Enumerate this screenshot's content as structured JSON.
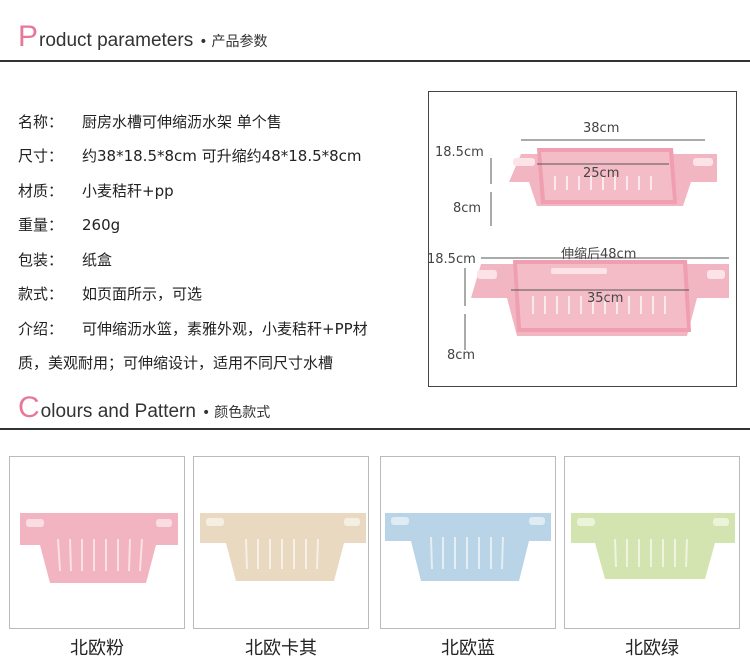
{
  "header1": {
    "initial": "P",
    "rest": "roduct parameters",
    "dot": "•",
    "cn": "产品参数"
  },
  "header2": {
    "initial": "C",
    "rest": "olours and Pattern",
    "dot": "•",
    "cn": "颜色款式"
  },
  "params": [
    {
      "label": "名称：",
      "value": "厨房水槽可伸缩沥水架 单个售"
    },
    {
      "label": "尺寸：",
      "value": "约38*18.5*8cm 可升缩约48*18.5*8cm"
    },
    {
      "label": "材质：",
      "value": "小麦秸秆+pp"
    },
    {
      "label": "重量：",
      "value": "260g"
    },
    {
      "label": "包装：",
      "value": "纸盒"
    },
    {
      "label": "款式：",
      "value": "如页面所示，可选"
    },
    {
      "label": "介绍：",
      "value": "可伸缩沥水篮，素雅外观，小麦秸秆+PP材"
    }
  ],
  "intro_cont": "质，美观耐用；可伸缩设计，适用不同尺寸水槽",
  "dimensions": {
    "top": {
      "width": "38cm",
      "depth": "18.5cm",
      "inner": "25cm",
      "height": "8cm"
    },
    "bottom": {
      "width": "伸缩后48cm",
      "depth": "18.5cm",
      "inner": "35cm",
      "height": "8cm"
    }
  },
  "colors": [
    {
      "name": "北欧粉",
      "fill": "#f2b4c0"
    },
    {
      "name": "北欧卡其",
      "fill": "#e8d9c0"
    },
    {
      "name": "北欧蓝",
      "fill": "#b8d4e6"
    },
    {
      "name": "北欧绿",
      "fill": "#d4e4b0"
    }
  ]
}
